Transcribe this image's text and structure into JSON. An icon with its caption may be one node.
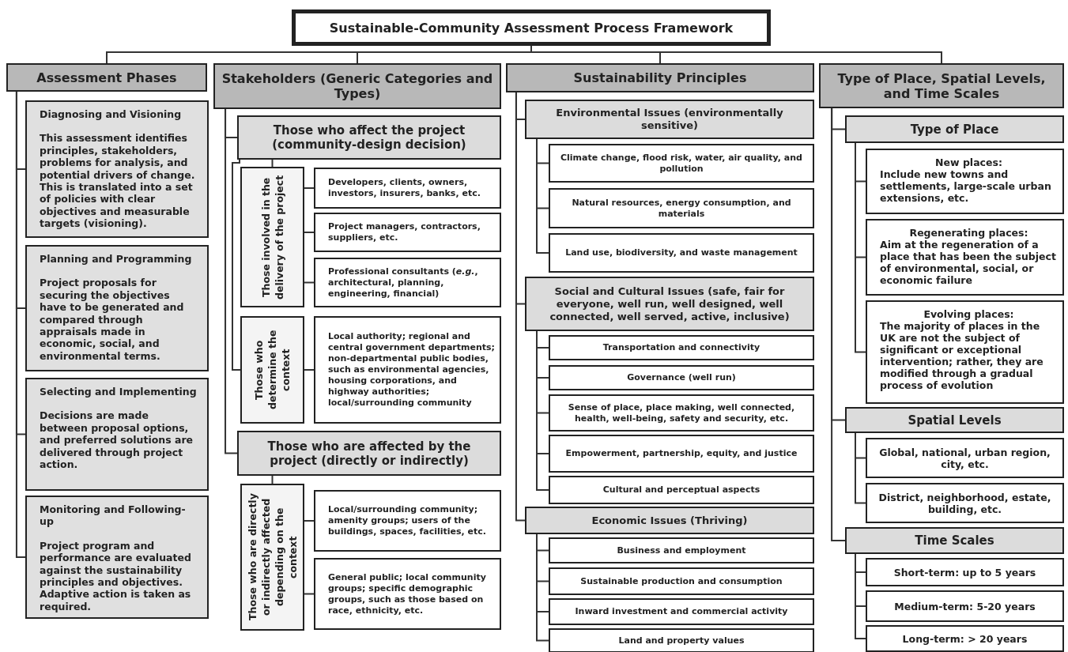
{
  "diagram": {
    "nodes": [
      {
        "text": [
          "Sustainable-Community Assessment Process Framework"
        ]
      },
      {
        "text": [
          "Assessment Phases"
        ]
      },
      {
        "text": [
          "Diagnosing and Visioning",
          "This assessment identifies principles, stakeholders, problems for analysis, and potential drivers of change. This is translated into a set of policies with clear objectives and measurable targets (visioning)."
        ]
      },
      {
        "text": [
          "Planning and Programming",
          "Project proposals for securing the objectives have to be generated and compared through appraisals made in economic, social, and environmental terms."
        ]
      },
      {
        "text": [
          "Selecting and Implementing",
          "Decisions are made between proposal options, and preferred solutions are delivered through project action."
        ]
      },
      {
        "text": [
          "Monitoring and Following-up",
          "Project program and performance are evaluated against the sustainability principles and objectives. Adaptive action is taken as required."
        ]
      },
      {
        "text": [
          "Stakeholders (Generic Categories and Types)"
        ]
      },
      {
        "text": [
          "Those who affect the project (community-design decision)"
        ]
      },
      {
        "text": [
          "Those involved in the delivery of the project"
        ]
      },
      {
        "text": [
          "Developers, clients, owners, investors, insurers, banks, etc."
        ]
      },
      {
        "text": [
          "Project managers, contractors, suppliers, etc."
        ]
      },
      {
        "text": [
          "Professional consultants (*e.g.*, architectural, planning, engineering, financial)"
        ]
      },
      {
        "text": [
          "Those who determine the context"
        ]
      },
      {
        "text": [
          "Local authority; regional and central government departments; non-departmental public bodies, such as environmental agencies, housing corporations, and highway authorities; local/surrounding community"
        ]
      },
      {
        "text": [
          "Those who are affected by the project (directly or indirectly)"
        ]
      },
      {
        "text": [
          "Those who are directly or indirectly affected depending on the context"
        ]
      },
      {
        "text": [
          "Local/surrounding community; amenity groups; users of the buildings, spaces, facilities, etc."
        ]
      },
      {
        "text": [
          "General public; local community groups; specific demographic groups, such as those based on race, ethnicity, etc."
        ]
      },
      {
        "text": [
          "Sustainability Principles"
        ]
      },
      {
        "text": [
          "Environmental Issues (environmentally sensitive)"
        ]
      },
      {
        "text": [
          "Climate change, flood risk, water, air quality, and pollution"
        ]
      },
      {
        "text": [
          "Natural resources, energy consumption, and materials"
        ]
      },
      {
        "text": [
          "Land use, biodiversity, and waste management"
        ]
      },
      {
        "text": [
          "Social and Cultural Issues (safe, fair for everyone, well run, well designed, well connected, well served, active, inclusive)"
        ]
      },
      {
        "text": [
          "Transportation and connectivity"
        ]
      },
      {
        "text": [
          "Governance (well run)"
        ]
      },
      {
        "text": [
          "Sense of place, place making, well connected, health, well-being, safety and security, etc."
        ]
      },
      {
        "text": [
          "Empowerment, partnership, equity, and justice"
        ]
      },
      {
        "text": [
          "Cultural and perceptual aspects"
        ]
      },
      {
        "text": [
          "Economic Issues (Thriving)"
        ]
      },
      {
        "text": [
          "Business and employment"
        ]
      },
      {
        "text": [
          "Sustainable production and consumption"
        ]
      },
      {
        "text": [
          "Inward investment and commercial activity"
        ]
      },
      {
        "text": [
          "Land and property values"
        ]
      },
      {
        "text": [
          "Type of Place, Spatial Levels, and Time Scales"
        ]
      },
      {
        "text": [
          "Type of Place"
        ]
      },
      {
        "text": [
          "New places:",
          "Include new towns and settlements, large-scale urban extensions, etc."
        ]
      },
      {
        "text": [
          "Regenerating places:",
          "Aim at the regeneration of a place that has been the subject of environmental, social, or economic failure"
        ]
      },
      {
        "text": [
          "Evolving places:",
          "The majority of places in the UK are not the subject of significant or exceptional intervention; rather, they are modified through a gradual process of evolution"
        ]
      },
      {
        "text": [
          "Spatial Levels"
        ]
      },
      {
        "text": [
          "Global, national, urban region, city, etc."
        ]
      },
      {
        "text": [
          "District, neighborhood, estate, building, etc."
        ]
      },
      {
        "text": [
          "Time Scales"
        ]
      },
      {
        "text": [
          "Short-term: up to 5 years"
        ]
      },
      {
        "text": [
          "Medium-term: 5-20 years"
        ]
      },
      {
        "text": [
          "Long-term: > 20 years"
        ]
      }
    ],
    "edges": [
      {
        "from": 0,
        "to": 1,
        "arrow": "none"
      },
      {
        "from": 0,
        "to": 6,
        "arrow": "none"
      },
      {
        "from": 0,
        "to": 18,
        "arrow": "none"
      },
      {
        "from": 0,
        "to": 34,
        "arrow": "none"
      },
      {
        "from": 1,
        "to": 2,
        "arrow": "none"
      },
      {
        "from": 1,
        "to": 3,
        "arrow": "none"
      },
      {
        "from": 1,
        "to": 4,
        "arrow": "none"
      },
      {
        "from": 1,
        "to": 5,
        "arrow": "none"
      },
      {
        "from": 6,
        "to": 7,
        "arrow": "none"
      },
      {
        "from": 6,
        "to": 14,
        "arrow": "none"
      },
      {
        "from": 7,
        "to": 8,
        "arrow": "none"
      },
      {
        "from": 7,
        "to": 12,
        "arrow": "none"
      },
      {
        "from": 8,
        "to": 9,
        "arrow": "none"
      },
      {
        "from": 8,
        "to": 10,
        "arrow": "none"
      },
      {
        "from": 8,
        "to": 11,
        "arrow": "none"
      },
      {
        "from": 12,
        "to": 13,
        "arrow": "none"
      },
      {
        "from": 14,
        "to": 15,
        "arrow": "none"
      },
      {
        "from": 15,
        "to": 16,
        "arrow": "none"
      },
      {
        "from": 15,
        "to": 17,
        "arrow": "none"
      },
      {
        "from": 18,
        "to": 19,
        "arrow": "none"
      },
      {
        "from": 18,
        "to": 23,
        "arrow": "none"
      },
      {
        "from": 18,
        "to": 29,
        "arrow": "none"
      },
      {
        "from": 19,
        "to": 20,
        "arrow": "none"
      },
      {
        "from": 19,
        "to": 21,
        "arrow": "none"
      },
      {
        "from": 19,
        "to": 22,
        "arrow": "none"
      },
      {
        "from": 23,
        "to": 24,
        "arrow": "none"
      },
      {
        "from": 23,
        "to": 25,
        "arrow": "none"
      },
      {
        "from": 23,
        "to": 26,
        "arrow": "none"
      },
      {
        "from": 23,
        "to": 27,
        "arrow": "none"
      },
      {
        "from": 23,
        "to": 28,
        "arrow": "none"
      },
      {
        "from": 29,
        "to": 30,
        "arrow": "none"
      },
      {
        "from": 29,
        "to": 31,
        "arrow": "none"
      },
      {
        "from": 29,
        "to": 32,
        "arrow": "none"
      },
      {
        "from": 29,
        "to": 33,
        "arrow": "none"
      },
      {
        "from": 34,
        "to": 35,
        "arrow": "none"
      },
      {
        "from": 34,
        "to": 39,
        "arrow": "none"
      },
      {
        "from": 34,
        "to": 42,
        "arrow": "none"
      },
      {
        "from": 35,
        "to": 36,
        "arrow": "none"
      },
      {
        "from": 35,
        "to": 37,
        "arrow": "none"
      },
      {
        "from": 35,
        "to": 38,
        "arrow": "none"
      },
      {
        "from": 39,
        "to": 40,
        "arrow": "none"
      },
      {
        "from": 39,
        "to": 41,
        "arrow": "none"
      },
      {
        "from": 42,
        "to": 43,
        "arrow": "none"
      },
      {
        "from": 42,
        "to": 44,
        "arrow": "none"
      },
      {
        "from": 42,
        "to": 45,
        "arrow": "none"
      }
    ]
  }
}
